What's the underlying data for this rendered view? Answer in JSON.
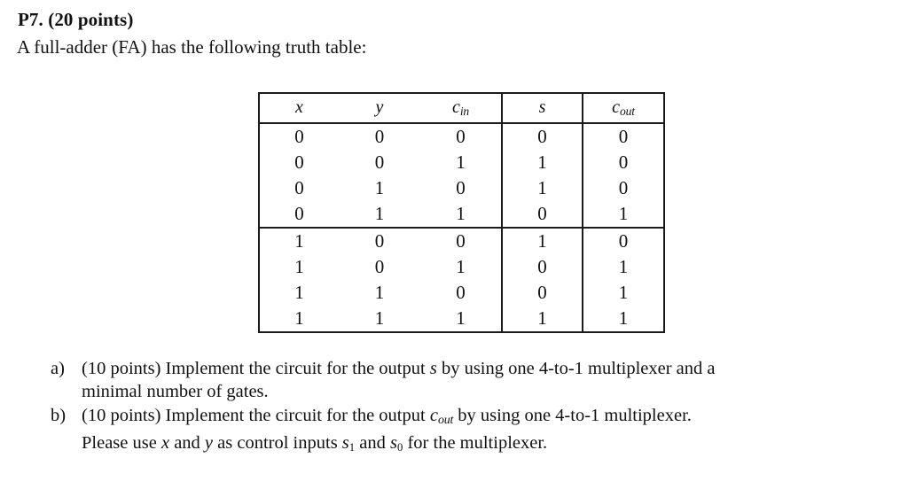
{
  "document": {
    "problem_heading": "P7. (20 points)",
    "intro_line": "A full-adder (FA) has the following truth table:"
  },
  "truth_table": {
    "headers": [
      {
        "base": "x",
        "sub": ""
      },
      {
        "base": "y",
        "sub": ""
      },
      {
        "base": "c",
        "sub": "in"
      },
      {
        "base": "s",
        "sub": ""
      },
      {
        "base": "c",
        "sub": "out"
      }
    ],
    "rows": [
      {
        "x": "0",
        "y": "0",
        "cin": "0",
        "s": "0",
        "cout": "0"
      },
      {
        "x": "0",
        "y": "0",
        "cin": "1",
        "s": "1",
        "cout": "0"
      },
      {
        "x": "0",
        "y": "1",
        "cin": "0",
        "s": "1",
        "cout": "0"
      },
      {
        "x": "0",
        "y": "1",
        "cin": "1",
        "s": "0",
        "cout": "1"
      },
      {
        "x": "1",
        "y": "0",
        "cin": "0",
        "s": "1",
        "cout": "0"
      },
      {
        "x": "1",
        "y": "0",
        "cin": "1",
        "s": "0",
        "cout": "1"
      },
      {
        "x": "1",
        "y": "1",
        "cin": "0",
        "s": "0",
        "cout": "1"
      },
      {
        "x": "1",
        "y": "1",
        "cin": "1",
        "s": "1",
        "cout": "1"
      }
    ]
  },
  "tasks": [
    {
      "marker": "a)",
      "line1_pre": "(10 points) Implement the circuit for the output ",
      "line1_var": "s",
      "line1_post": " by using one 4-to-1 multiplexer and a",
      "line2": "minimal number of gates."
    },
    {
      "marker": "b)",
      "line1_pre": "(10 points) Implement the circuit for the output ",
      "line1_var": "c",
      "line1_var_sub": "out",
      "line1_post": " by using one 4-to-1 multiplexer.",
      "line2_pre": "Please use ",
      "line2_v1": "x",
      "line2_mid1": " and ",
      "line2_v2": "y",
      "line2_mid2": " as control inputs ",
      "line2_v3": "s",
      "line2_v3_sub": "1",
      "line2_mid3": " and ",
      "line2_v4": "s",
      "line2_v4_sub": "0",
      "line2_post": " for the multiplexer."
    }
  ],
  "colors": {
    "page_background": "#ffffff",
    "text": "#111111",
    "table_rule": "#1b1b1b"
  }
}
